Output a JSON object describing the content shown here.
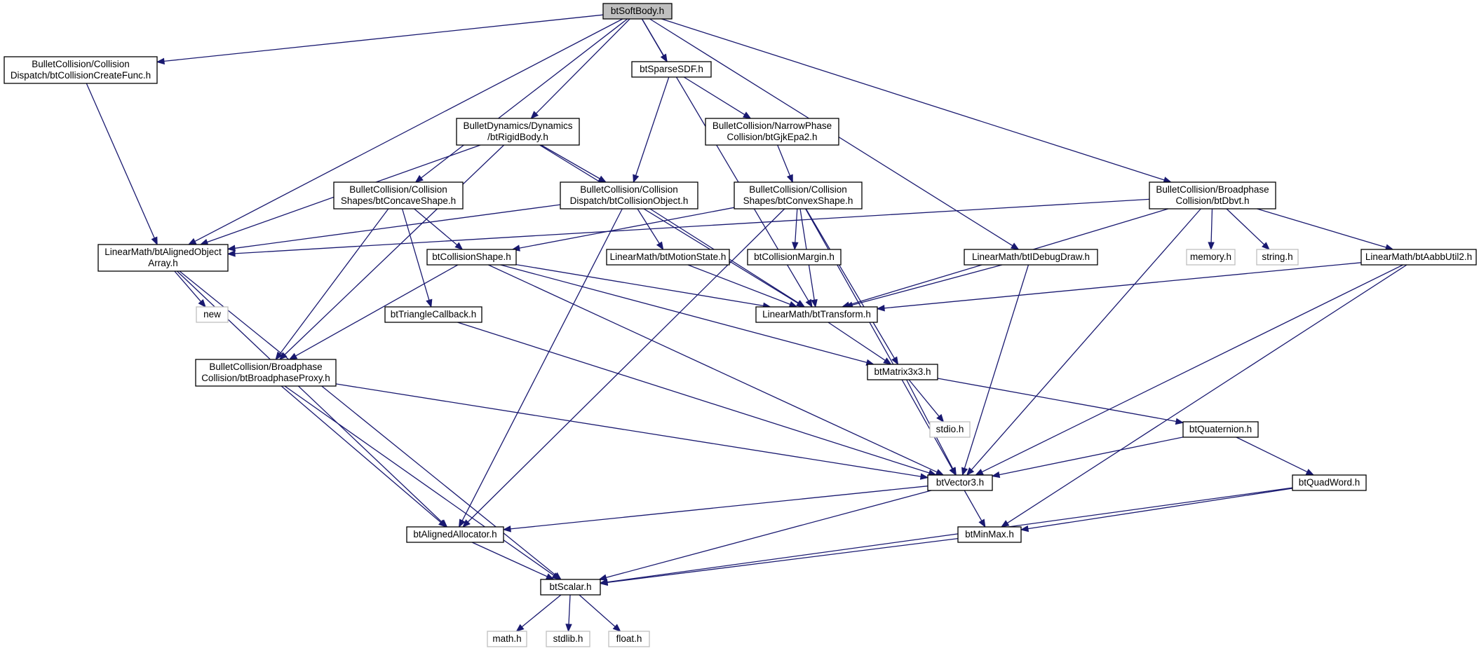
{
  "graph": {
    "colors": {
      "edge": "#191970",
      "root_fill": "#bfbfbf",
      "node_fill": "#ffffff",
      "node_border": "#000000",
      "system_border": "#bfbfbf"
    },
    "nodes": [
      {
        "id": "btSoftBody",
        "lines": [
          "btSoftBody.h"
        ],
        "kind": "root"
      },
      {
        "id": "btCollisionCreateFunc",
        "lines": [
          "BulletCollision/Collision",
          "Dispatch/btCollisionCreateFunc.h"
        ],
        "kind": "normal"
      },
      {
        "id": "btSparseSDF",
        "lines": [
          "btSparseSDF.h"
        ],
        "kind": "normal"
      },
      {
        "id": "btRigidBody",
        "lines": [
          "BulletDynamics/Dynamics",
          "/btRigidBody.h"
        ],
        "kind": "normal"
      },
      {
        "id": "btGjkEpa2",
        "lines": [
          "BulletCollision/NarrowPhase",
          "Collision/btGjkEpa2.h"
        ],
        "kind": "normal"
      },
      {
        "id": "btConcaveShape",
        "lines": [
          "BulletCollision/Collision",
          "Shapes/btConcaveShape.h"
        ],
        "kind": "normal"
      },
      {
        "id": "btCollisionObject",
        "lines": [
          "BulletCollision/Collision",
          "Dispatch/btCollisionObject.h"
        ],
        "kind": "normal"
      },
      {
        "id": "btConvexShape",
        "lines": [
          "BulletCollision/Collision",
          "Shapes/btConvexShape.h"
        ],
        "kind": "normal"
      },
      {
        "id": "btDbvt",
        "lines": [
          "BulletCollision/Broadphase",
          "Collision/btDbvt.h"
        ],
        "kind": "normal"
      },
      {
        "id": "btAlignedObjectArray",
        "lines": [
          "LinearMath/btAlignedObject",
          "Array.h"
        ],
        "kind": "normal"
      },
      {
        "id": "btCollisionShape",
        "lines": [
          "btCollisionShape.h"
        ],
        "kind": "normal"
      },
      {
        "id": "btMotionState",
        "lines": [
          "LinearMath/btMotionState.h"
        ],
        "kind": "normal"
      },
      {
        "id": "btCollisionMargin",
        "lines": [
          "btCollisionMargin.h"
        ],
        "kind": "normal"
      },
      {
        "id": "btIDebugDraw",
        "lines": [
          "LinearMath/btIDebugDraw.h"
        ],
        "kind": "normal"
      },
      {
        "id": "memory",
        "lines": [
          "memory.h"
        ],
        "kind": "system"
      },
      {
        "id": "string",
        "lines": [
          "string.h"
        ],
        "kind": "system"
      },
      {
        "id": "btAabbUtil2",
        "lines": [
          "LinearMath/btAabbUtil2.h"
        ],
        "kind": "normal"
      },
      {
        "id": "new",
        "lines": [
          "new"
        ],
        "kind": "system"
      },
      {
        "id": "btTriangleCallback",
        "lines": [
          "btTriangleCallback.h"
        ],
        "kind": "normal"
      },
      {
        "id": "btTransform",
        "lines": [
          "LinearMath/btTransform.h"
        ],
        "kind": "normal"
      },
      {
        "id": "btBroadphaseProxy",
        "lines": [
          "BulletCollision/Broadphase",
          "Collision/btBroadphaseProxy.h"
        ],
        "kind": "normal"
      },
      {
        "id": "btMatrix3x3",
        "lines": [
          "btMatrix3x3.h"
        ],
        "kind": "normal"
      },
      {
        "id": "stdio",
        "lines": [
          "stdio.h"
        ],
        "kind": "system"
      },
      {
        "id": "btQuaternion",
        "lines": [
          "btQuaternion.h"
        ],
        "kind": "normal"
      },
      {
        "id": "btVector3",
        "lines": [
          "btVector3.h"
        ],
        "kind": "normal"
      },
      {
        "id": "btQuadWord",
        "lines": [
          "btQuadWord.h"
        ],
        "kind": "normal"
      },
      {
        "id": "btAlignedAllocator",
        "lines": [
          "btAlignedAllocator.h"
        ],
        "kind": "normal"
      },
      {
        "id": "btMinMax",
        "lines": [
          "btMinMax.h"
        ],
        "kind": "normal"
      },
      {
        "id": "btScalar",
        "lines": [
          "btScalar.h"
        ],
        "kind": "normal"
      },
      {
        "id": "math",
        "lines": [
          "math.h"
        ],
        "kind": "system"
      },
      {
        "id": "stdlib",
        "lines": [
          "stdlib.h"
        ],
        "kind": "system"
      },
      {
        "id": "float",
        "lines": [
          "float.h"
        ],
        "kind": "system"
      }
    ],
    "edges": [
      [
        "btSoftBody",
        "btCollisionCreateFunc"
      ],
      [
        "btSoftBody",
        "btAlignedObjectArray"
      ],
      [
        "btSoftBody",
        "btRigidBody"
      ],
      [
        "btSoftBody",
        "btSparseSDF"
      ],
      [
        "btSoftBody",
        "btConcaveShape"
      ],
      [
        "btSoftBody",
        "btTransform"
      ],
      [
        "btSoftBody",
        "btIDebugDraw"
      ],
      [
        "btSoftBody",
        "btDbvt"
      ],
      [
        "btCollisionCreateFunc",
        "btAlignedObjectArray"
      ],
      [
        "btSparseSDF",
        "btCollisionObject"
      ],
      [
        "btSparseSDF",
        "btGjkEpa2"
      ],
      [
        "btRigidBody",
        "btAlignedObjectArray"
      ],
      [
        "btRigidBody",
        "btBroadphaseProxy"
      ],
      [
        "btRigidBody",
        "btCollisionObject"
      ],
      [
        "btRigidBody",
        "btTransform"
      ],
      [
        "btGjkEpa2",
        "btConvexShape"
      ],
      [
        "btConcaveShape",
        "btCollisionShape"
      ],
      [
        "btConcaveShape",
        "btTriangleCallback"
      ],
      [
        "btConcaveShape",
        "btBroadphaseProxy"
      ],
      [
        "btCollisionObject",
        "btAlignedObjectArray"
      ],
      [
        "btCollisionObject",
        "btAlignedAllocator"
      ],
      [
        "btCollisionObject",
        "btMotionState"
      ],
      [
        "btCollisionObject",
        "btTransform"
      ],
      [
        "btConvexShape",
        "btCollisionShape"
      ],
      [
        "btConvexShape",
        "btAlignedAllocator"
      ],
      [
        "btConvexShape",
        "btCollisionMargin"
      ],
      [
        "btConvexShape",
        "btTransform"
      ],
      [
        "btConvexShape",
        "btMatrix3x3"
      ],
      [
        "btConvexShape",
        "btVector3"
      ],
      [
        "btDbvt",
        "btAlignedObjectArray"
      ],
      [
        "btDbvt",
        "btTransform"
      ],
      [
        "btDbvt",
        "memory"
      ],
      [
        "btDbvt",
        "string"
      ],
      [
        "btDbvt",
        "btAabbUtil2"
      ],
      [
        "btDbvt",
        "btVector3"
      ],
      [
        "btAlignedObjectArray",
        "new"
      ],
      [
        "btAlignedObjectArray",
        "btAlignedAllocator"
      ],
      [
        "btAlignedObjectArray",
        "btScalar"
      ],
      [
        "btCollisionShape",
        "btBroadphaseProxy"
      ],
      [
        "btCollisionShape",
        "btTransform"
      ],
      [
        "btCollisionShape",
        "btMatrix3x3"
      ],
      [
        "btCollisionShape",
        "btVector3"
      ],
      [
        "btMotionState",
        "btTransform"
      ],
      [
        "btIDebugDraw",
        "btTransform"
      ],
      [
        "btIDebugDraw",
        "btVector3"
      ],
      [
        "btAabbUtil2",
        "btTransform"
      ],
      [
        "btAabbUtil2",
        "btVector3"
      ],
      [
        "btAabbUtil2",
        "btMinMax"
      ],
      [
        "btTriangleCallback",
        "btVector3"
      ],
      [
        "btTransform",
        "btMatrix3x3"
      ],
      [
        "btBroadphaseProxy",
        "btVector3"
      ],
      [
        "btBroadphaseProxy",
        "btAlignedAllocator"
      ],
      [
        "btBroadphaseProxy",
        "btScalar"
      ],
      [
        "btMatrix3x3",
        "btVector3"
      ],
      [
        "btMatrix3x3",
        "stdio"
      ],
      [
        "btMatrix3x3",
        "btQuaternion"
      ],
      [
        "btQuaternion",
        "btVector3"
      ],
      [
        "btQuaternion",
        "btQuadWord"
      ],
      [
        "btVector3",
        "btAlignedAllocator"
      ],
      [
        "btVector3",
        "btMinMax"
      ],
      [
        "btVector3",
        "btScalar"
      ],
      [
        "btQuadWord",
        "btMinMax"
      ],
      [
        "btQuadWord",
        "btScalar"
      ],
      [
        "btAlignedAllocator",
        "btScalar"
      ],
      [
        "btMinMax",
        "btScalar"
      ],
      [
        "btScalar",
        "math"
      ],
      [
        "btScalar",
        "stdlib"
      ],
      [
        "btScalar",
        "float"
      ]
    ]
  }
}
